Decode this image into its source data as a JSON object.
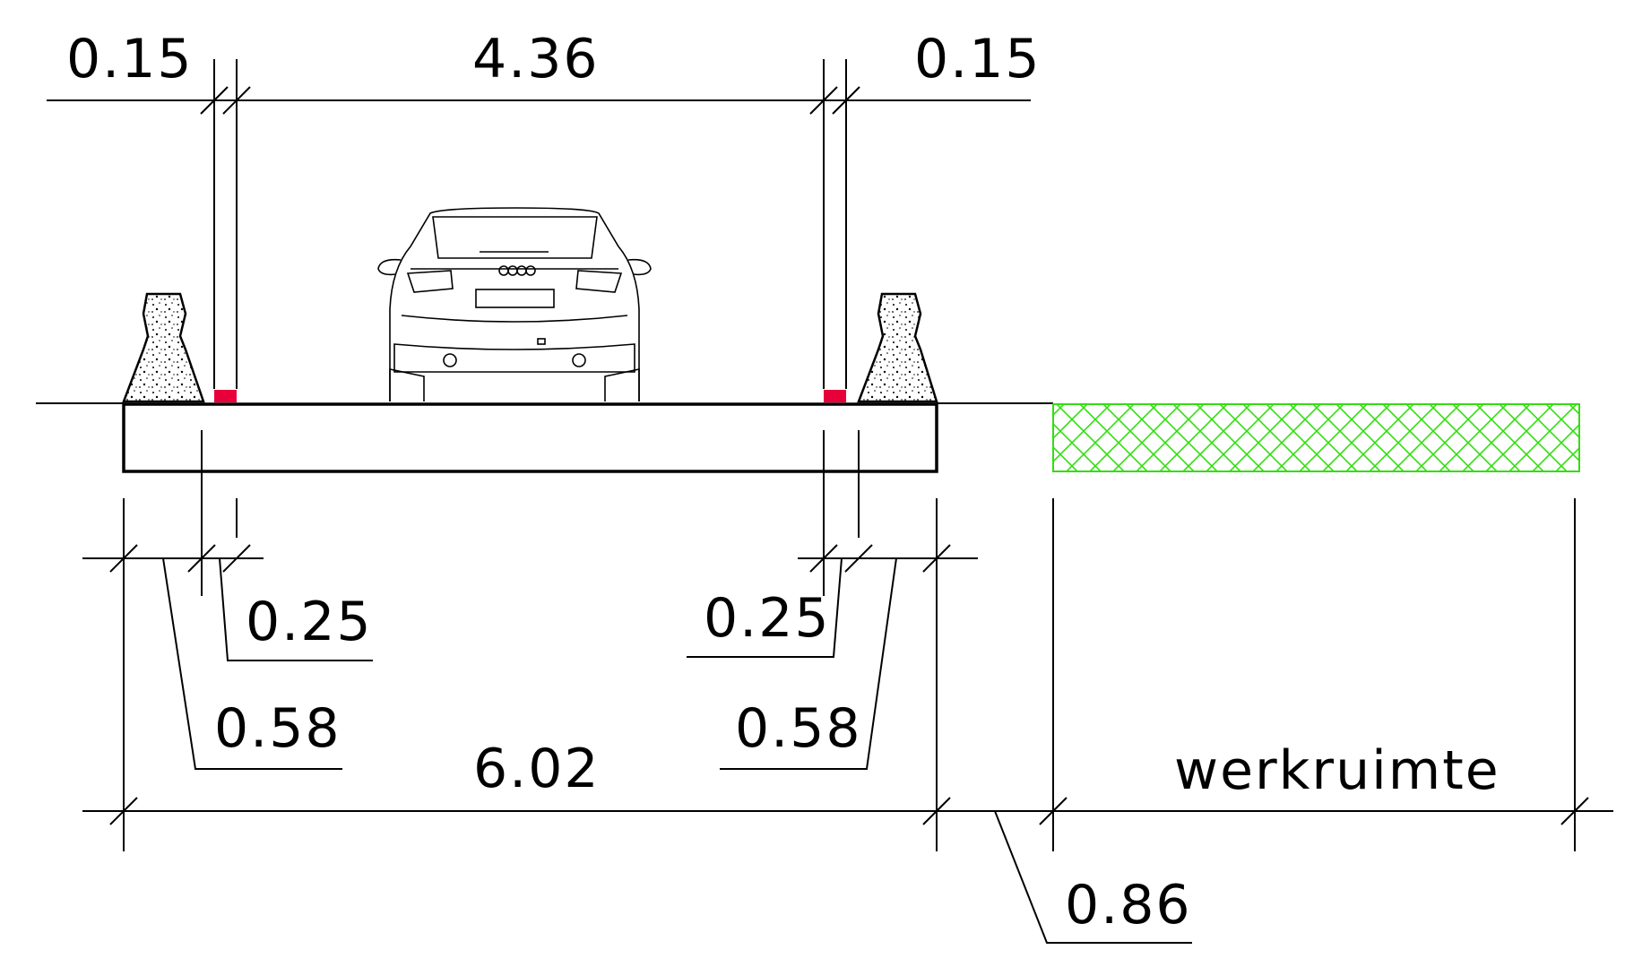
{
  "dimensions": {
    "top_left_offset": "0.15",
    "lane_width": "4.36",
    "top_right_offset": "0.15",
    "left_inner_offset": "0.25",
    "right_inner_offset": "0.25",
    "left_outer_offset": "0.58",
    "right_outer_offset": "0.58",
    "total_width": "6.02",
    "gap_width": "0.86"
  },
  "labels": {
    "work_space": "werkruimte"
  },
  "colors": {
    "line": "#000000",
    "reflector": "#e8003a",
    "work_space_hatch": "#33dd11"
  },
  "icons": {
    "car": "car-rear-icon",
    "barrier": "concrete-barrier-icon"
  }
}
